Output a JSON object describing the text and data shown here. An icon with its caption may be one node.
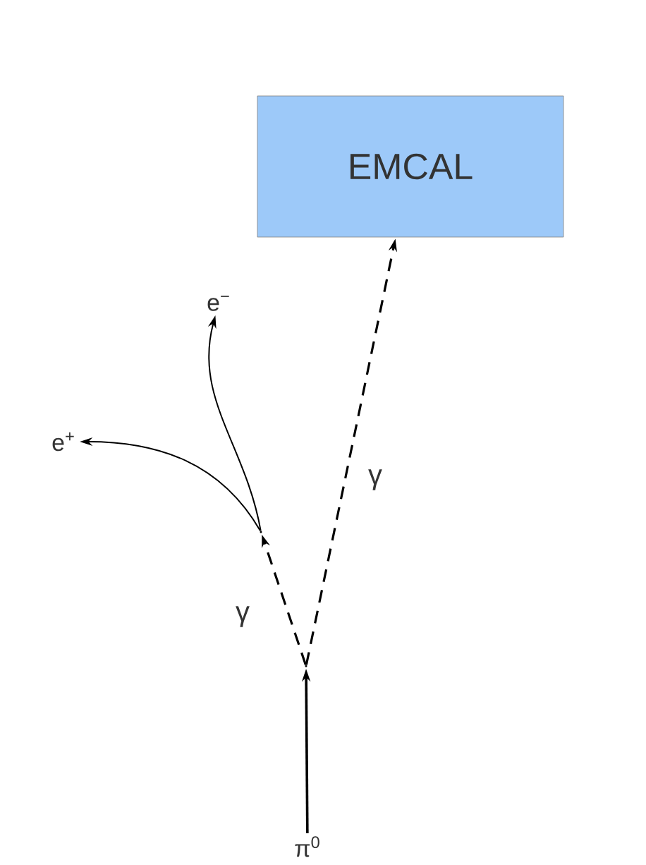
{
  "diagram": {
    "nodes": [
      {
        "text": [
          "EMCAL"
        ]
      },
      {
        "text": [
          "e$^{−}$"
        ]
      },
      {
        "text": [
          "e$^{+}$"
        ]
      },
      {
        "text": [
          "π$^{0}$"
        ]
      },
      {
        "text": [],
        "shape": "point"
      },
      {
        "text": [],
        "shape": "point"
      }
    ],
    "edges": [
      {
        "from": 3,
        "to": 4,
        "arrow": "to"
      },
      {
        "from": 4,
        "to": 0,
        "arrow": "to",
        "style": "dashed",
        "label": "γ"
      },
      {
        "from": 4,
        "to": 5,
        "arrow": "to",
        "style": "dashed",
        "label": "γ"
      },
      {
        "from": 5,
        "to": 1,
        "arrow": "to"
      },
      {
        "from": 5,
        "to": 2,
        "arrow": "to"
      }
    ]
  }
}
